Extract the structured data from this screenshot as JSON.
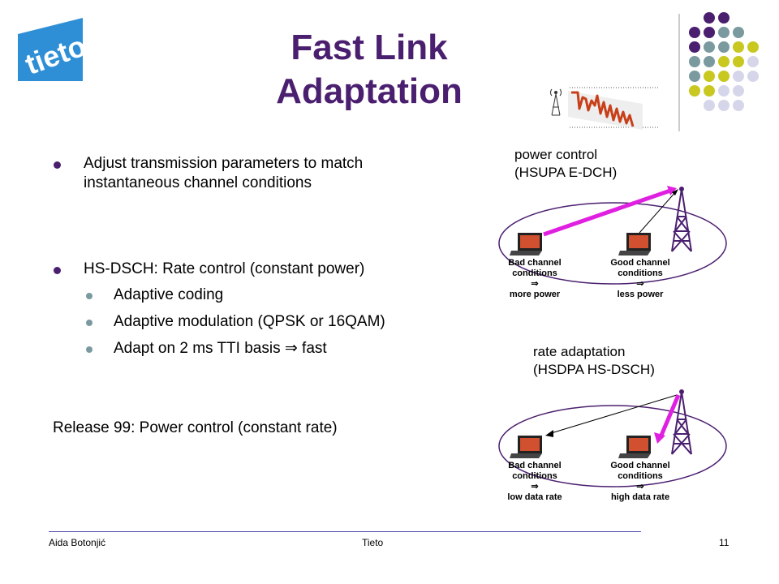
{
  "slide": {
    "title_lines": [
      "Fast Link",
      "Adaptation"
    ],
    "bullets": [
      {
        "text": "Adjust transmission parameters to match instantaneous channel conditions"
      },
      {
        "text": "HS-DSCH: Rate control (constant power)"
      }
    ],
    "sub_bullets": [
      "Adaptive coding",
      "Adaptive modulation (QPSK or 16QAM)",
      "Adapt on 2 ms TTI basis ⇒ fast"
    ],
    "release_note": "Release 99: Power control (constant rate)"
  },
  "logo": {
    "text": "tieto",
    "color": "#2f8fd6"
  },
  "diagram": {
    "power_label": [
      "power control",
      "(HSUPA E-DCH)"
    ],
    "rate_label": [
      "rate adaptation",
      "(HSDPA HS-DSCH)"
    ],
    "top_bad": [
      "Bad channel",
      "conditions",
      "⇒",
      "more power"
    ],
    "top_good": [
      "Good channel",
      "conditions",
      "⇒",
      "less power"
    ],
    "bottom_bad": [
      "Bad channel",
      "conditions",
      "⇒",
      "low data rate"
    ],
    "bottom_good": [
      "Good channel",
      "conditions",
      "⇒",
      "high data rate"
    ],
    "arrow_color": "#e020e0"
  },
  "footer": {
    "author": "Aida Botonjić",
    "company": "Tieto",
    "page": "11"
  },
  "colors": {
    "title": "#4b1f6f",
    "purple": "#4b1f6f",
    "teal": "#7a9aa0",
    "olive": "#c8c820",
    "lavender": "#d6d6ea",
    "footer_line": "#4b4ba8"
  }
}
